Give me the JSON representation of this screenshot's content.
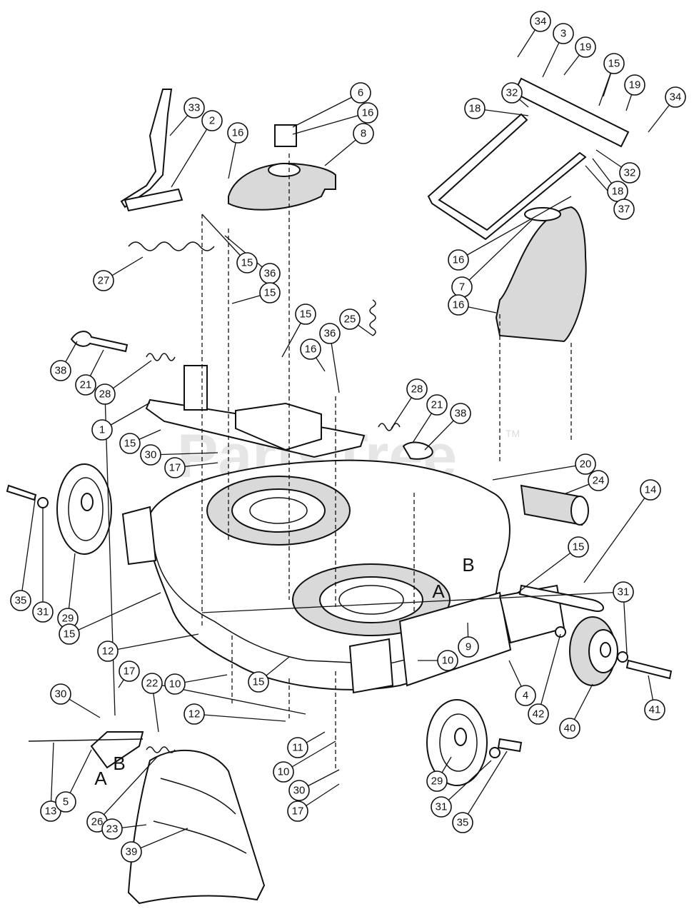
{
  "watermark": {
    "text": "PartsTree",
    "trademark": "TM"
  },
  "reference_letters": [
    {
      "id": "ref-A-deck",
      "text": "A"
    },
    {
      "id": "ref-B-deck",
      "text": "B"
    },
    {
      "id": "ref-A-bracket",
      "text": "A"
    },
    {
      "id": "ref-B-bracket",
      "text": "B"
    }
  ],
  "callouts": [
    "34",
    "3",
    "19",
    "15",
    "32",
    "18",
    "19",
    "34",
    "32",
    "18",
    "37",
    "6",
    "16",
    "8",
    "16",
    "33",
    "2",
    "27",
    "16",
    "7",
    "16",
    "15",
    "36",
    "15",
    "15",
    "25",
    "36",
    "16",
    "38",
    "21",
    "28",
    "1",
    "15",
    "30",
    "17",
    "28",
    "21",
    "38",
    "20",
    "24",
    "14",
    "35",
    "31",
    "29",
    "15",
    "15",
    "31",
    "12",
    "9",
    "10",
    "10",
    "15",
    "42",
    "40",
    "41",
    "4",
    "17",
    "30",
    "22",
    "12",
    "11",
    "10",
    "13",
    "5",
    "26",
    "30",
    "17",
    "29",
    "31",
    "35",
    "23",
    "39"
  ]
}
